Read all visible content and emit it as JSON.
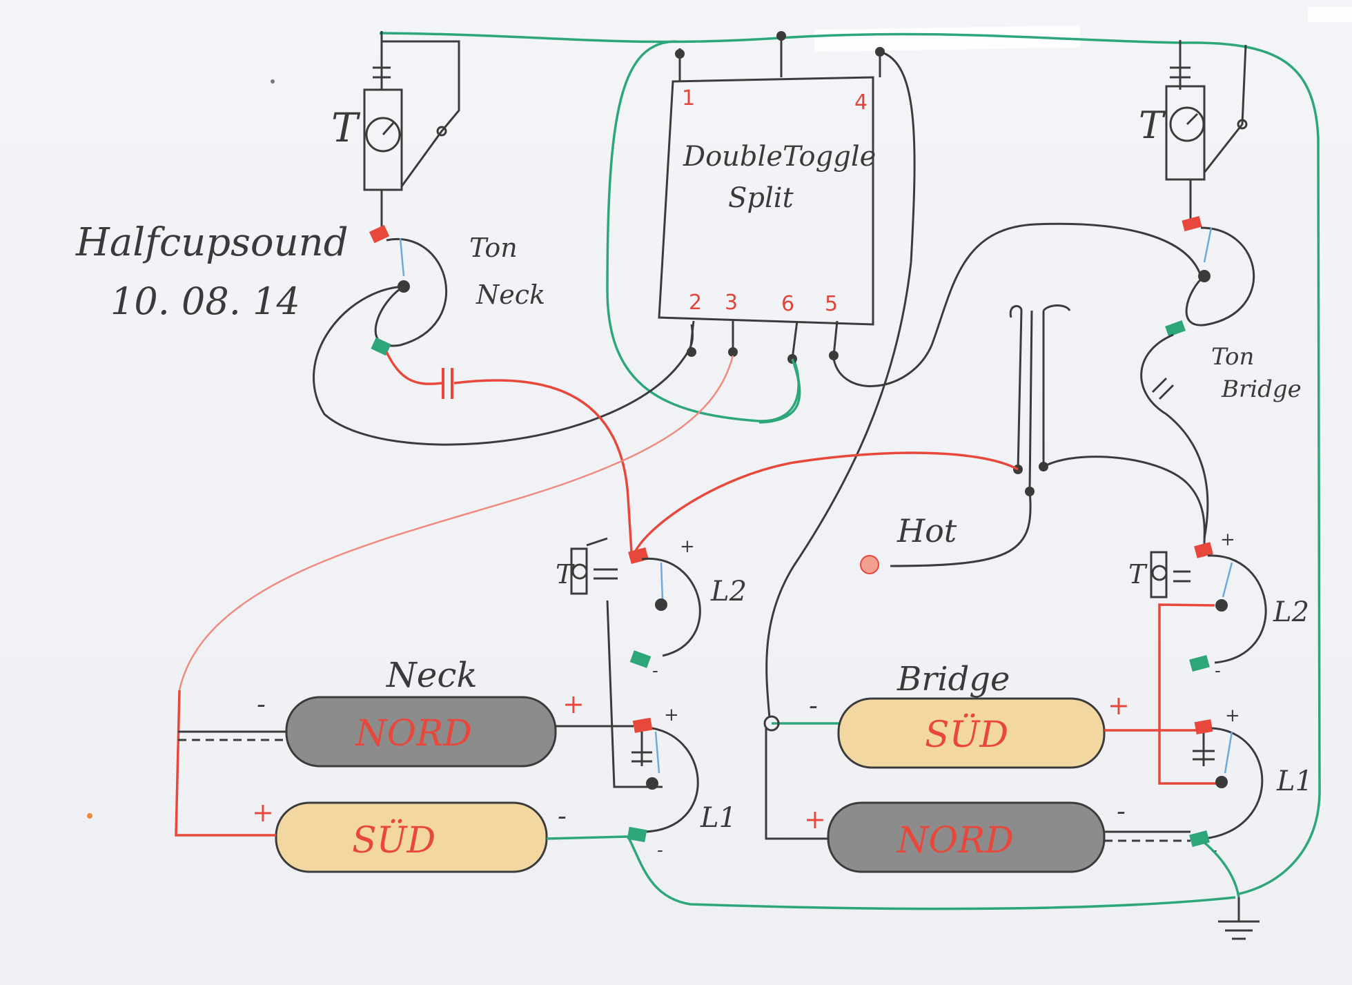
{
  "title_line1": "Halfcupsound",
  "title_line2": "10. 08. 14",
  "switch": {
    "label_line1": "DoubleToggle",
    "label_line2": "Split",
    "pins": [
      "1",
      "4",
      "2",
      "3",
      "6",
      "5"
    ]
  },
  "tone_neck": {
    "line1": "Ton",
    "line2": "Neck",
    "pot_letter": "T"
  },
  "tone_bridge": {
    "line1": "Ton",
    "line2": "Bridge",
    "pot_letter": "T"
  },
  "hot_label": "Hot",
  "neck": {
    "title": "Neck",
    "coil_top": "NORD",
    "coil_bottom": "SÜD",
    "l1": "L1",
    "l2": "L2",
    "pot_letter": "T"
  },
  "bridge": {
    "title": "Bridge",
    "coil_top": "SÜD",
    "coil_bottom": "NORD",
    "l1": "L1",
    "l2": "L2",
    "pot_letter": "T"
  },
  "signs": {
    "plus": "+",
    "minus": "-"
  },
  "colors": {
    "ground_wire": "#2da67a",
    "hot_wire": "#e8473c",
    "signal_wire": "#3b3b3b",
    "nord_coil": "#8a8a8a",
    "sued_coil": "#f2d7a1"
  }
}
